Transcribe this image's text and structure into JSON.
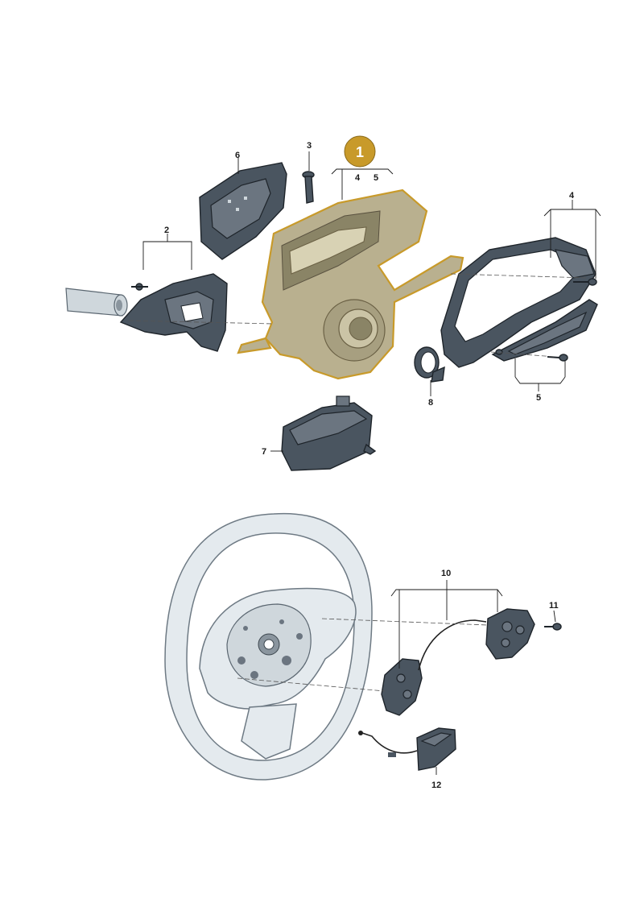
{
  "highlight": {
    "label": "1",
    "color": "#c89a2a"
  },
  "callouts": [
    {
      "id": "2",
      "text": "2"
    },
    {
      "id": "3",
      "text": "3"
    },
    {
      "id": "4a",
      "text": "4"
    },
    {
      "id": "5a",
      "text": "5"
    },
    {
      "id": "4b",
      "text": "4"
    },
    {
      "id": "5b",
      "text": "5"
    },
    {
      "id": "6",
      "text": "6"
    },
    {
      "id": "7",
      "text": "7"
    },
    {
      "id": "8",
      "text": "8"
    },
    {
      "id": "10",
      "text": "10"
    },
    {
      "id": "11",
      "text": "11"
    },
    {
      "id": "12",
      "text": "12"
    }
  ]
}
